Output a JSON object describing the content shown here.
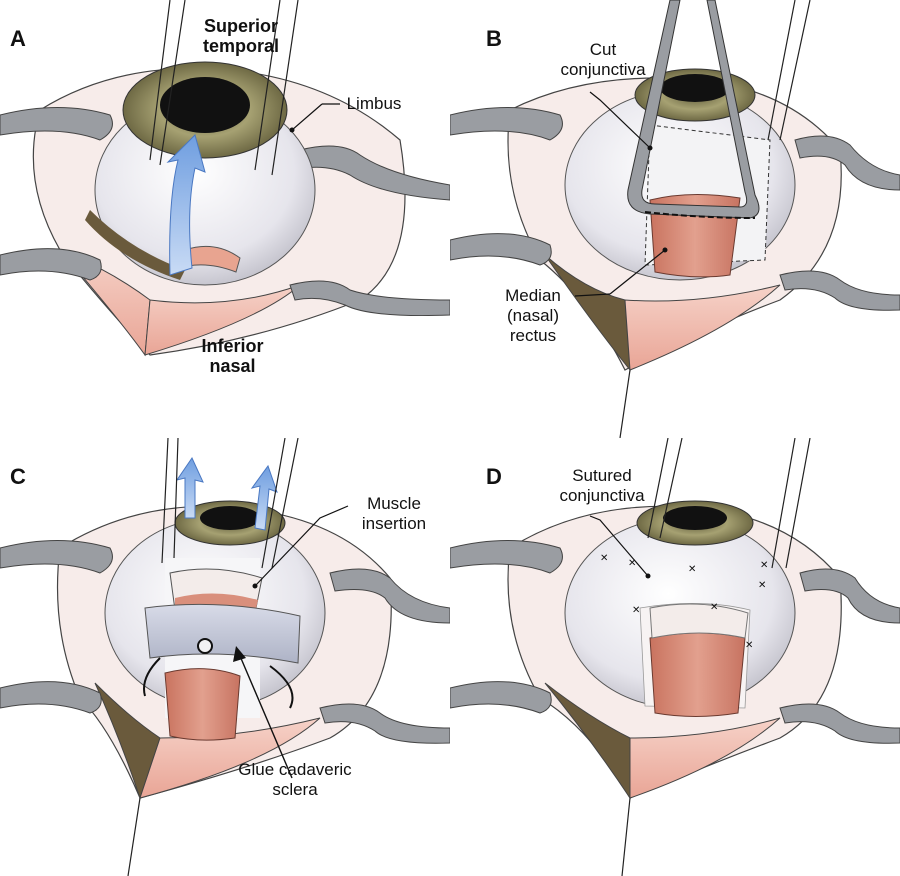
{
  "panels": {
    "a": {
      "letter": "A",
      "label_superior": "Superior\ntemporal",
      "label_limbus": "Limbus",
      "label_inferior": "Inferior\nnasal"
    },
    "b": {
      "letter": "B",
      "label_cut": "Cut\nconjunctiva",
      "label_median": "Median\n(nasal)\nrectus"
    },
    "c": {
      "letter": "C",
      "label_muscle": "Muscle\ninsertion",
      "label_glue": "Glue cadaveric\nsclera"
    },
    "d": {
      "letter": "D",
      "label_sutured": "Sutured\nconjunctiva"
    }
  },
  "colors": {
    "sclera": "#ecebef",
    "iris": "#a09a6a",
    "pupil": "#111111",
    "tissue": "#f1c1b5",
    "muscle": "#d98f7c",
    "eyelid_dark": "#6a5a3c",
    "arrow": "#8fb4e8",
    "retractor": "#8a8d91"
  }
}
